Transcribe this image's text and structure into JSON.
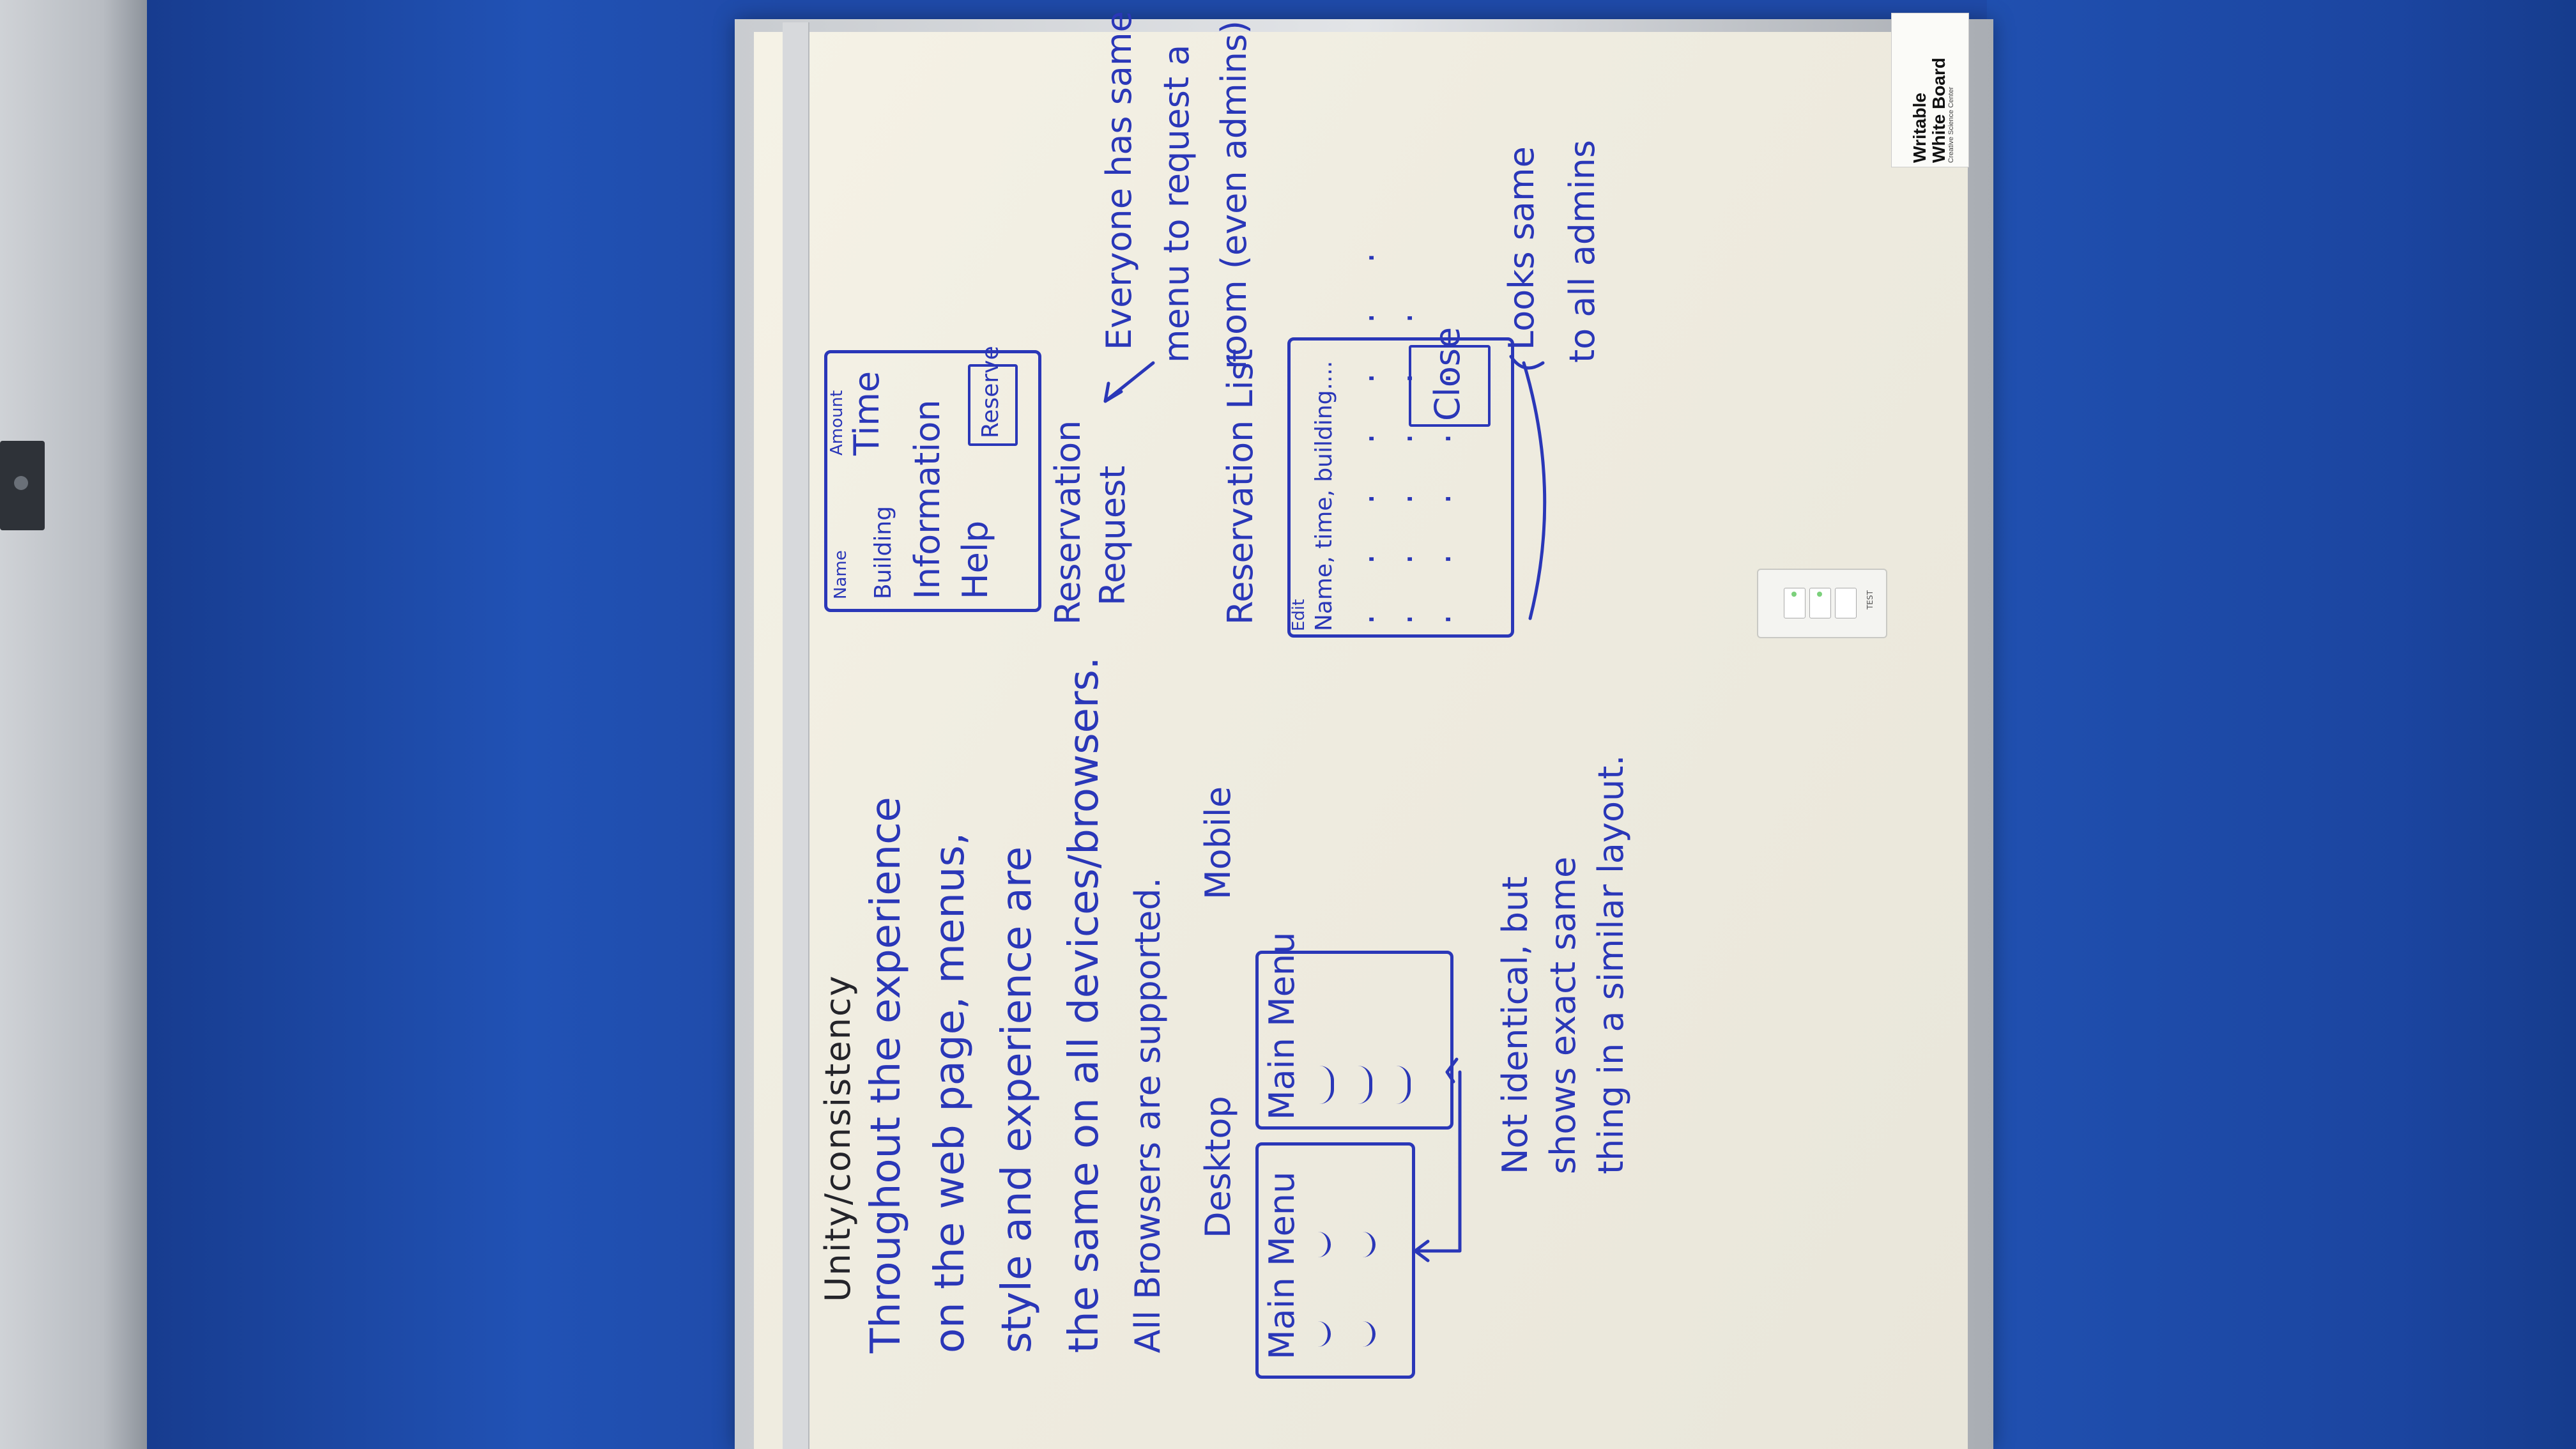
{
  "board": {
    "logo": {
      "line1": "Writable",
      "line2": "White Board",
      "tagline": "Creative Science Center"
    },
    "switch_label": "TEST"
  },
  "heading": "Unity/consistency",
  "paragraph": {
    "line1": "Throughout the experience",
    "line2": "on the web page, menus,",
    "line3": "style and experience are",
    "line4": "the same on all devices/browsers.",
    "line5": "All Browsers are supported."
  },
  "devices": {
    "desktop_label": "Desktop",
    "mobile_label": "Mobile",
    "desktop_menu": "Main Menu",
    "mobile_menu": "Main Menu"
  },
  "note_layout": {
    "line1": "Not identical, but",
    "line2": "shows exact same",
    "line3": "thing in a similar layout."
  },
  "reservation_request": {
    "fields": [
      "Name",
      "Building",
      "Information",
      "Help"
    ],
    "amount_label": "Amount",
    "time_label": "Time",
    "button": "Reserve",
    "caption_line1": "Reservation",
    "caption_line2": "Request"
  },
  "note_menu": {
    "line1": "Everyone has same",
    "line2": "menu to request a",
    "line3": "room (even admins)"
  },
  "reservation_list": {
    "title": "Reservation List",
    "edit_label": "Edit",
    "columns": "Name, time, building....",
    "button": "Close"
  },
  "note_admins": {
    "line1": "Looks same",
    "line2": "to all admins"
  },
  "colors": {
    "ink": "#2a37b8",
    "black_ink": "#24242a",
    "wall": "#1f4aa8",
    "board": "#f2efe3"
  }
}
